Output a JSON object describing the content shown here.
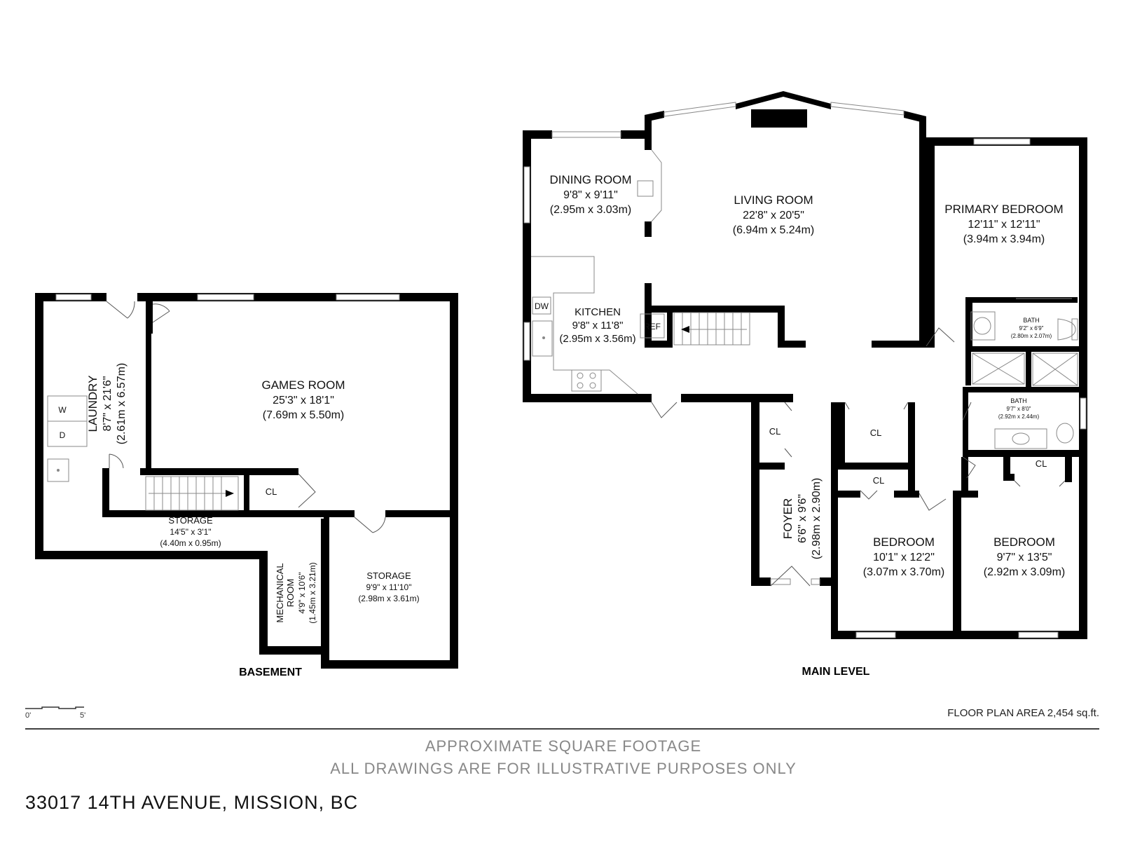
{
  "basement": {
    "label": "BASEMENT",
    "rooms": {
      "laundry": {
        "name": "LAUNDRY",
        "dim_imperial": "8'7\" x 21'6\"",
        "dim_metric": "(2.61m x 6.57m)"
      },
      "games_room": {
        "name": "GAMES ROOM",
        "dim_imperial": "25'3\" x 18'1\"",
        "dim_metric": "(7.69m x 5.50m)"
      },
      "storage_1": {
        "name": "STORAGE",
        "dim_imperial": "14'5\" x 3'1\"",
        "dim_metric": "(4.40m x 0.95m)"
      },
      "mechanical": {
        "name_line1": "MECHANICAL",
        "name_line2": "ROOM",
        "dim_imperial": "4'9\" x 10'6\"",
        "dim_metric": "(1.45m x 3.21m)"
      },
      "storage_2": {
        "name": "STORAGE",
        "dim_imperial": "9'9\" x 11'10\"",
        "dim_metric": "(2.98m x 3.61m)"
      }
    },
    "labels": {
      "washer": "W",
      "dryer": "D",
      "closet": "CL"
    }
  },
  "main_level": {
    "label": "MAIN LEVEL",
    "rooms": {
      "dining": {
        "name": "DINING ROOM",
        "dim_imperial": "9'8\" x 9'11\"",
        "dim_metric": "(2.95m x 3.03m)"
      },
      "living": {
        "name": "LIVING ROOM",
        "dim_imperial": "22'8\" x 20'5\"",
        "dim_metric": "(6.94m x 5.24m)"
      },
      "primary_bedroom": {
        "name": "PRIMARY BEDROOM",
        "dim_imperial": "12'11\" x 12'11\"",
        "dim_metric": "(3.94m x 3.94m)"
      },
      "kitchen": {
        "name": "KITCHEN",
        "dim_imperial": "9'8\" x 11'8\"",
        "dim_metric": "(2.95m x 3.56m)"
      },
      "bath_1": {
        "name": "BATH",
        "dim_imperial": "9'2\" x 6'9\"",
        "dim_metric": "(2.80m x 2.07m)"
      },
      "bath_2": {
        "name": "BATH",
        "dim_imperial": "9'7\" x 8'0\"",
        "dim_metric": "(2.92m x 2.44m)"
      },
      "foyer": {
        "name": "FOYER",
        "dim_imperial": "6'6\" x 9'6\"",
        "dim_metric": "(2.98m x 2.90m)"
      },
      "bedroom_1": {
        "name": "BEDROOM",
        "dim_imperial": "10'1\" x 12'2\"",
        "dim_metric": "(3.07m x 3.70m)"
      },
      "bedroom_2": {
        "name": "BEDROOM",
        "dim_imperial": "9'7\" x 13'5\"",
        "dim_metric": "(2.92m x 3.09m)"
      }
    },
    "labels": {
      "dishwasher": "DW",
      "refrigerator": "REF",
      "closet": "CL"
    }
  },
  "scale": {
    "start": "0'",
    "end": "5'"
  },
  "floor_plan_area": "FLOOR PLAN AREA 2,454 sq.ft.",
  "disclaimer_line1": "APPROXIMATE SQUARE FOOTAGE",
  "disclaimer_line2": "ALL DRAWINGS ARE FOR ILLUSTRATIVE PURPOSES ONLY",
  "address": "33017 14TH AVENUE, MISSION, BC"
}
